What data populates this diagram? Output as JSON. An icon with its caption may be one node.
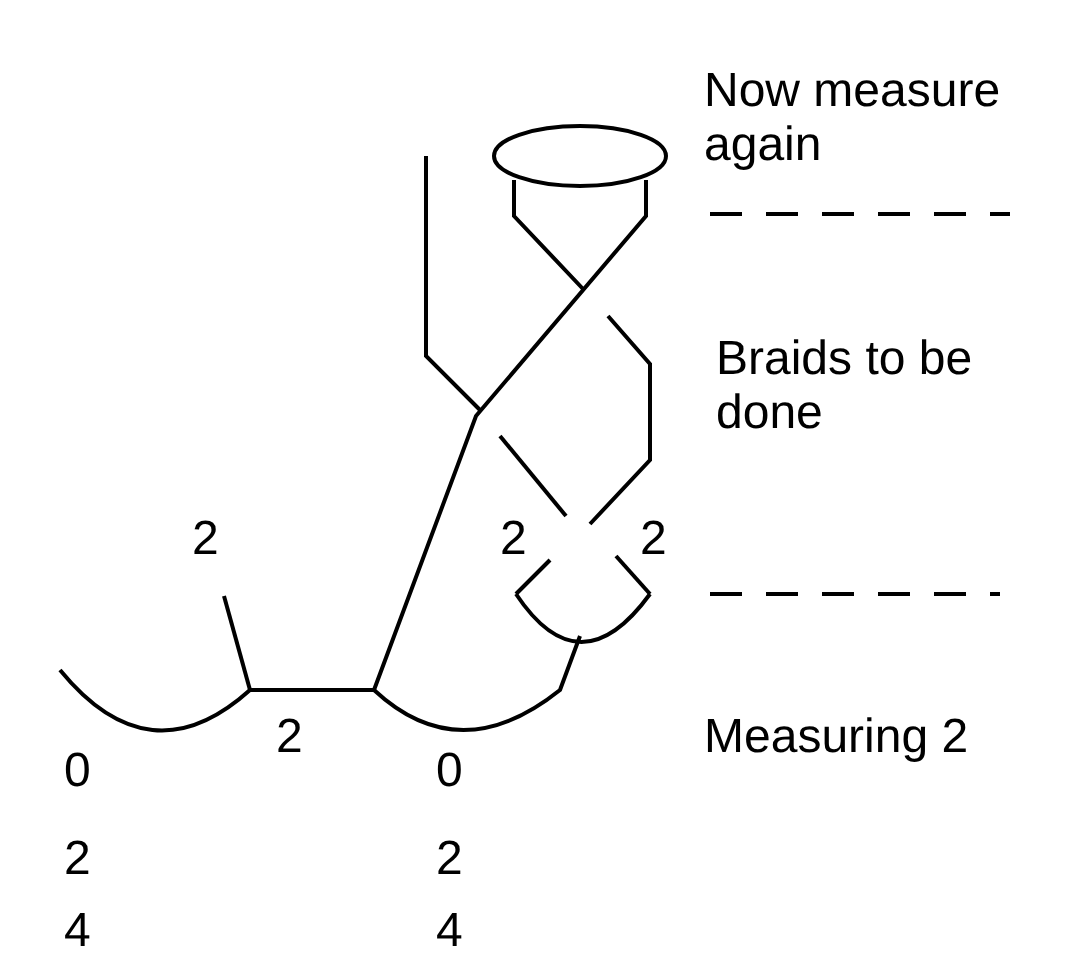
{
  "diagram": {
    "labels": [
      "Now measure again",
      "Braids to be done",
      "2",
      "2",
      "2",
      "2",
      "Measuring 2",
      "0",
      "0",
      "2",
      "2",
      "4",
      "4"
    ]
  }
}
